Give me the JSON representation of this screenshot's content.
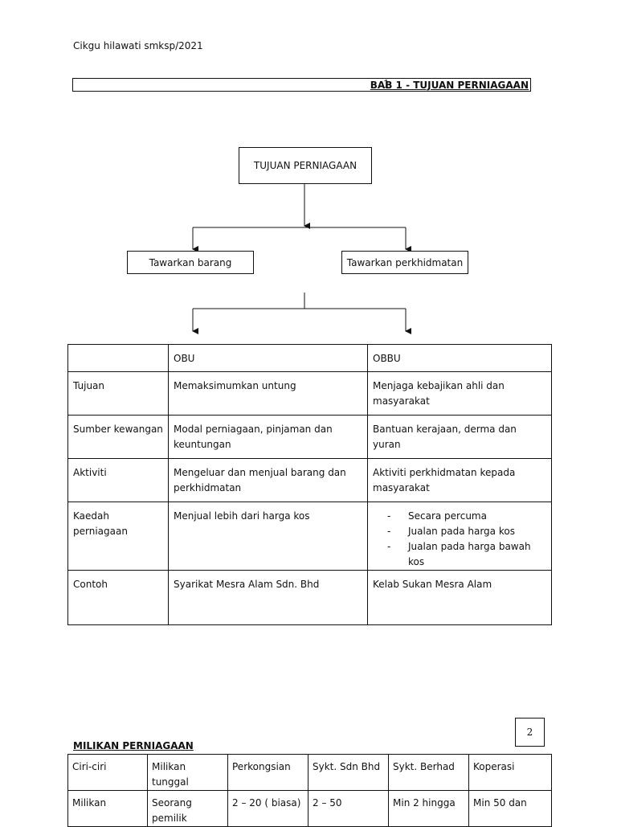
{
  "header": {
    "text": "Cikgu hilawati smksp/2021"
  },
  "chapter": {
    "number": "1",
    "title": "BAB 1 - TUJUAN PERNIAGAAN"
  },
  "flowchart": {
    "root": "TUJUAN PERNIAGAAN",
    "left": "Tawarkan barang",
    "right": "Tawarkan perkhidmatan"
  },
  "compare_table": {
    "headers": [
      "",
      "OBU",
      "OBBU"
    ],
    "rows": [
      {
        "label": "Tujuan",
        "obu": "Memaksimumkan untung",
        "obbu": "Menjaga kebajikan ahli dan masyarakat"
      },
      {
        "label": "Sumber kewangan",
        "obu": "Modal perniagaan, pinjaman dan keuntungan",
        "obbu": "Bantuan kerajaan, derma dan yuran"
      },
      {
        "label": "Aktiviti",
        "obu": "Mengeluar dan menjual barang dan perkhidmatan",
        "obbu": "Aktiviti perkhidmatan kepada masyarakat"
      },
      {
        "label": "Kaedah perniagaan",
        "obu": "Menjual lebih dari harga kos",
        "obbu_list": [
          "Secara percuma",
          "Jualan pada harga kos",
          "Jualan pada harga bawah kos"
        ]
      },
      {
        "label": "Contoh",
        "obu": "Syarikat Mesra  Alam Sdn. Bhd",
        "obbu": "Kelab Sukan Mesra Alam"
      }
    ]
  },
  "page_number": "2",
  "ownership": {
    "title": "MILIKAN PERNIAGAAN",
    "headers": [
      "Ciri-ciri",
      "Milikan tunggal",
      "Perkongsian",
      "Sykt. Sdn Bhd",
      "Sykt. Berhad",
      "Koperasi"
    ],
    "row": [
      "Milikan",
      "Seorang pemilik",
      "2 – 20 ( biasa)",
      "2 – 50",
      "Min 2 hingga",
      "Min 50 dan"
    ]
  }
}
